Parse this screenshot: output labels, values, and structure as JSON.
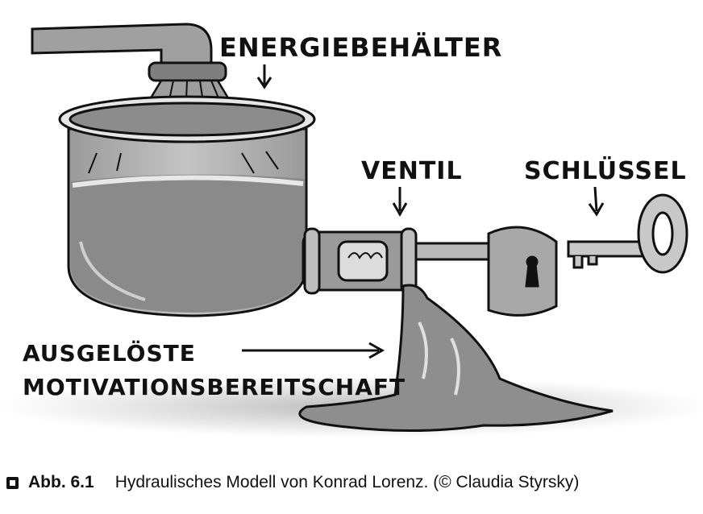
{
  "labels": {
    "container": "ENERGIEBEHÄLTER",
    "valve": "VENTIL",
    "key": "SCHLÜSSEL",
    "output_line1": "AUSGELÖSTE",
    "output_line2": "MOTIVATIONSBEREITSCHAFT"
  },
  "caption": {
    "number": "Abb. 6.1",
    "text": "Hydraulisches Modell von Konrad Lorenz. (© Claudia Styrsky)"
  },
  "colors": {
    "liquid": "#8a8a8a",
    "pot": "#b4b4b4",
    "outline": "#111111",
    "shadow": "#d0d0d0"
  }
}
